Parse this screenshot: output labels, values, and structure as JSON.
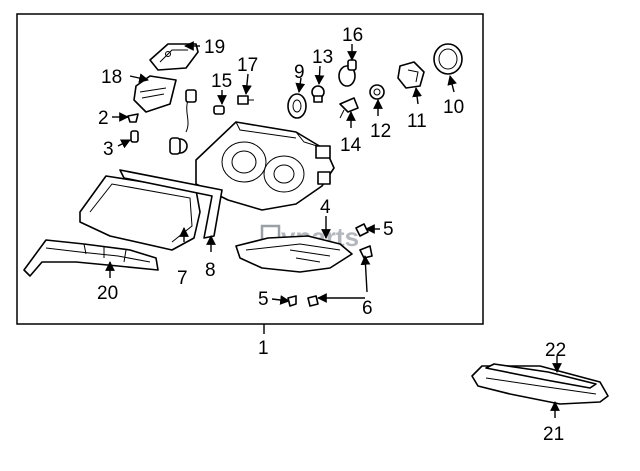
{
  "callouts": {
    "c1": "1",
    "c2": "2",
    "c3": "3",
    "c4": "4",
    "c5a": "5",
    "c5b": "5",
    "c6": "6",
    "c7": "7",
    "c8": "8",
    "c9": "9",
    "c10": "10",
    "c11": "11",
    "c12": "12",
    "c13": "13",
    "c14": "14",
    "c15": "15",
    "c16": "16",
    "c17": "17",
    "c18": "18",
    "c19": "19",
    "c20": "20",
    "c21": "21",
    "c22": "22"
  },
  "watermark": "vparts"
}
